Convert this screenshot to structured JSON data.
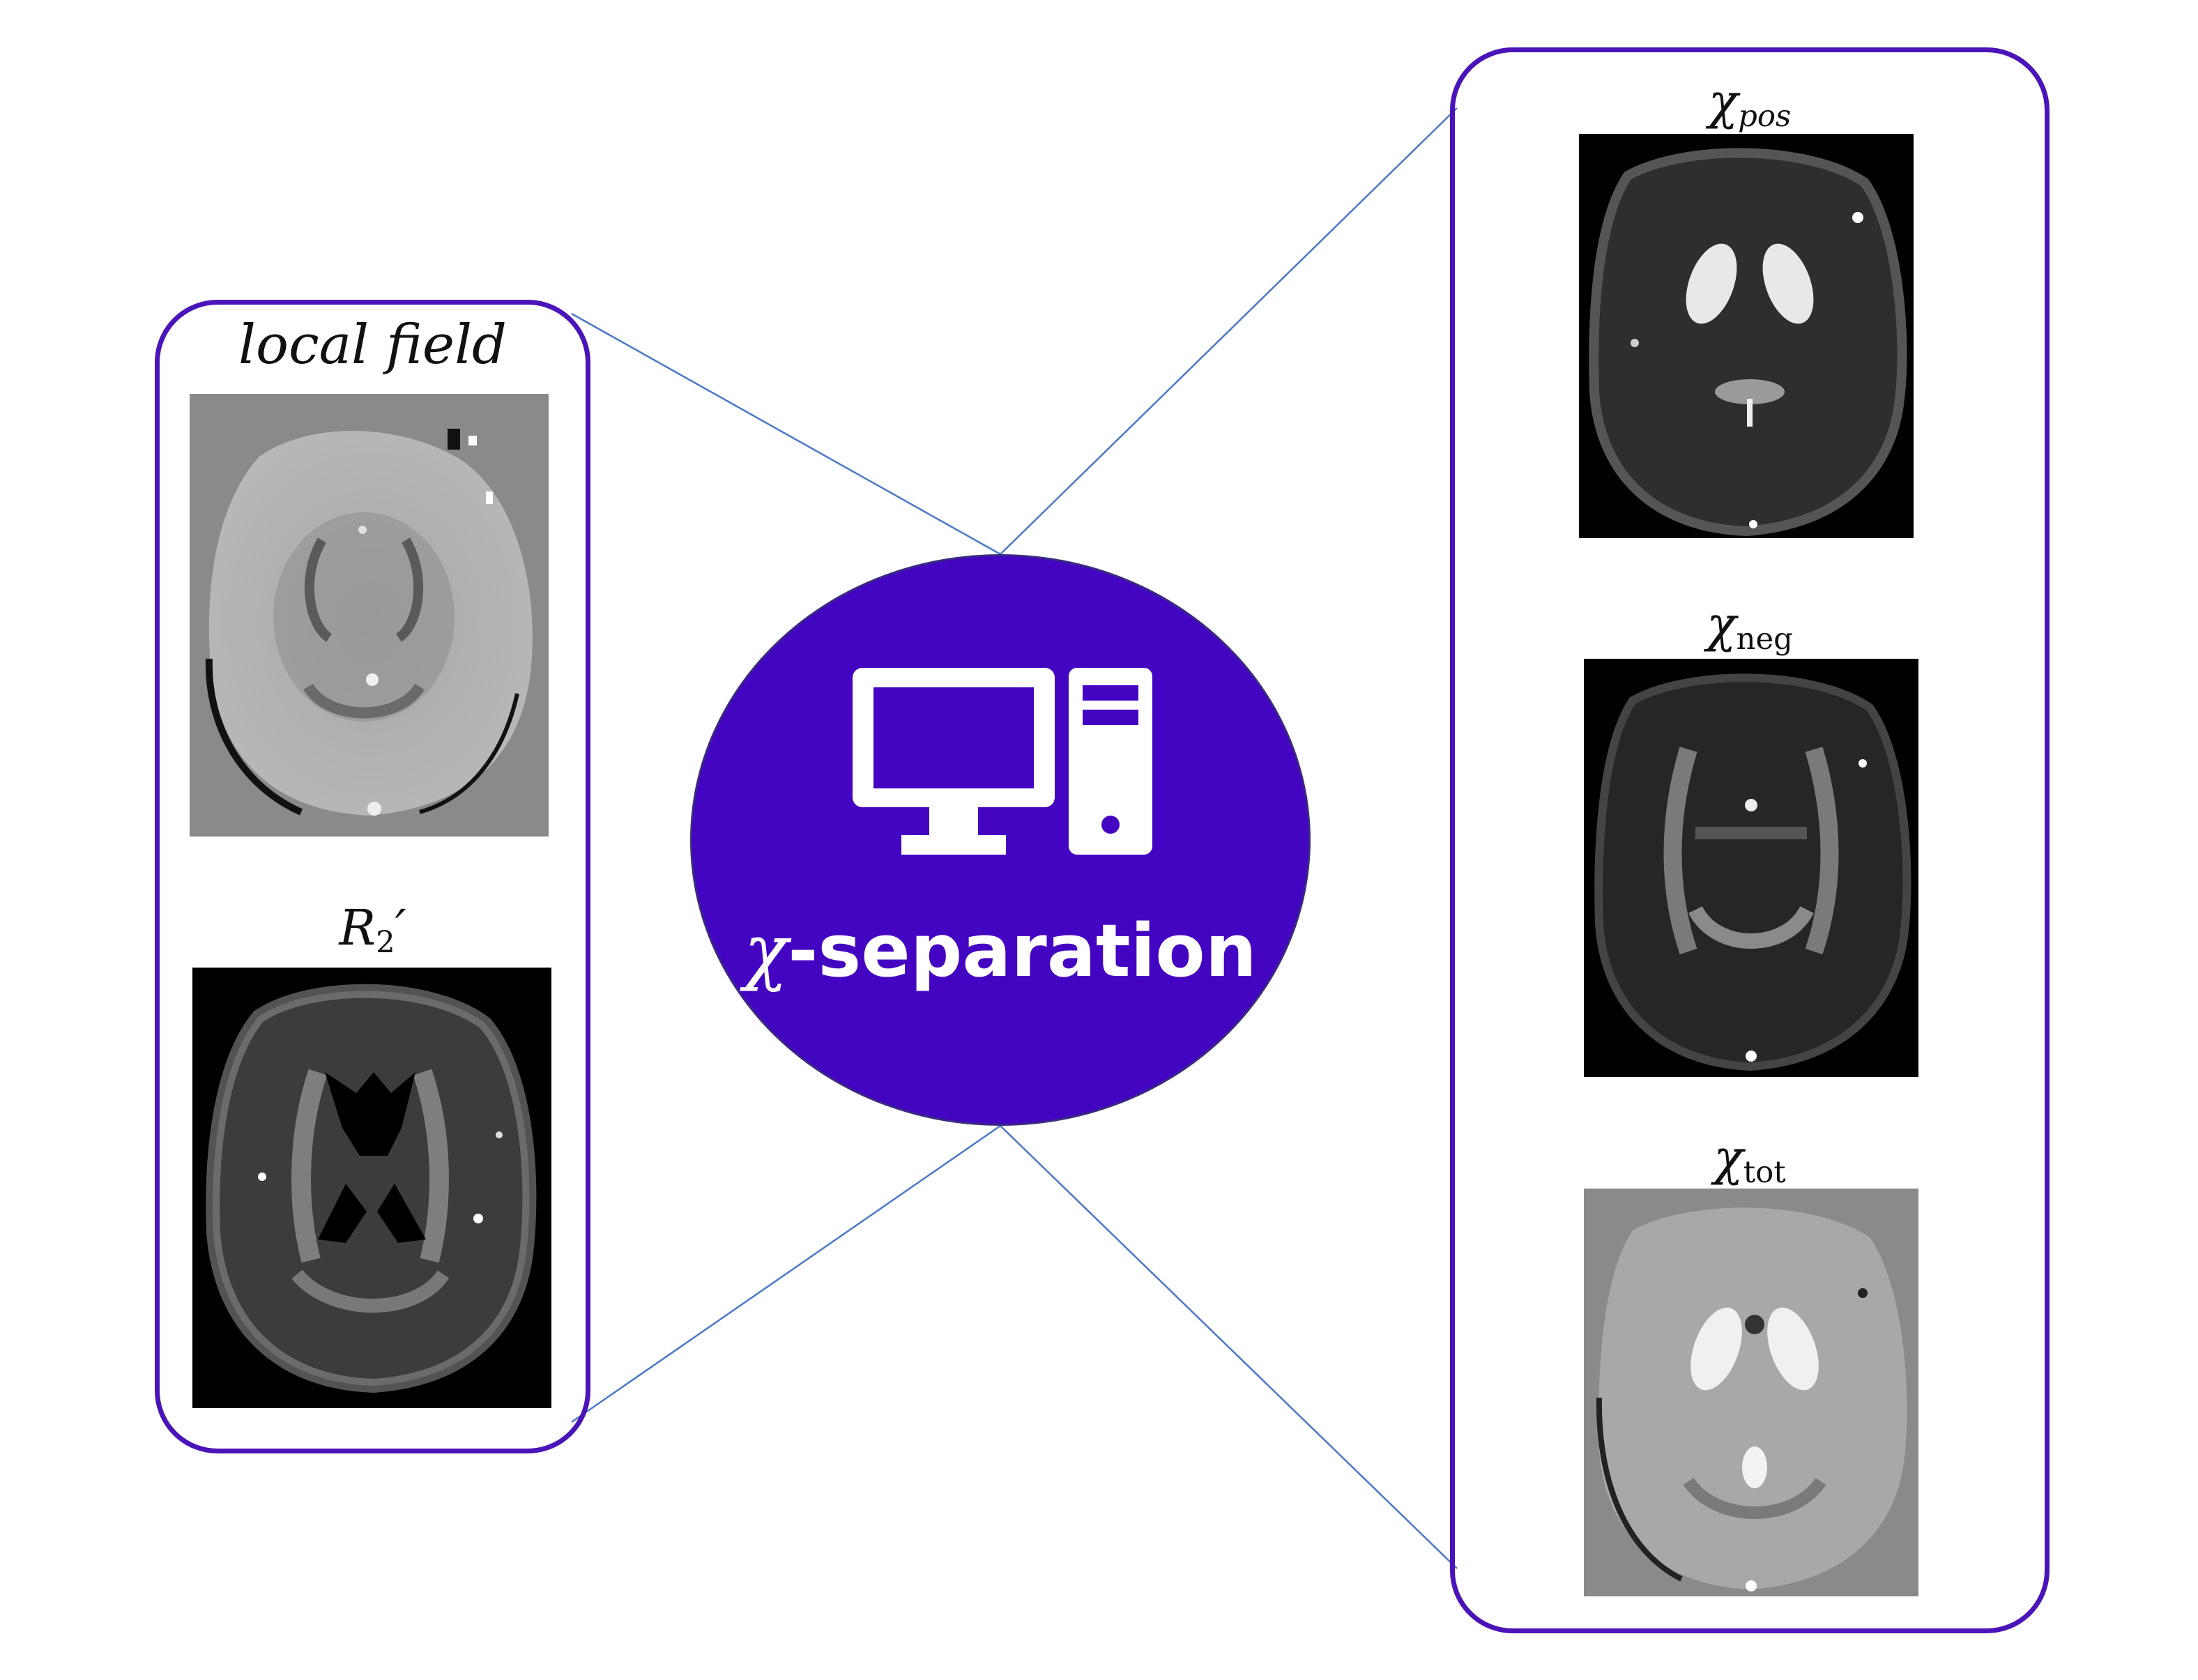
{
  "hub": {
    "chi": "χ",
    "label": "-separation",
    "icon": "desktop-computer-icon",
    "fill_color": "#4405c2"
  },
  "inputs": [
    {
      "symbol": "local",
      "symbol2": "field",
      "tone": "gray"
    },
    {
      "symbol": "R",
      "subscript": "2",
      "prime": "′",
      "tone": "dark"
    }
  ],
  "outputs": [
    {
      "symbol": "χ",
      "subscript": "pos",
      "tone": "dark"
    },
    {
      "symbol": "χ",
      "subscript": "neg",
      "tone": "dark"
    },
    {
      "symbol": "χ",
      "subscript": "tot",
      "tone": "gray"
    }
  ],
  "colors": {
    "panel_border": "#4a14b8",
    "connector": "#4a78c8"
  }
}
